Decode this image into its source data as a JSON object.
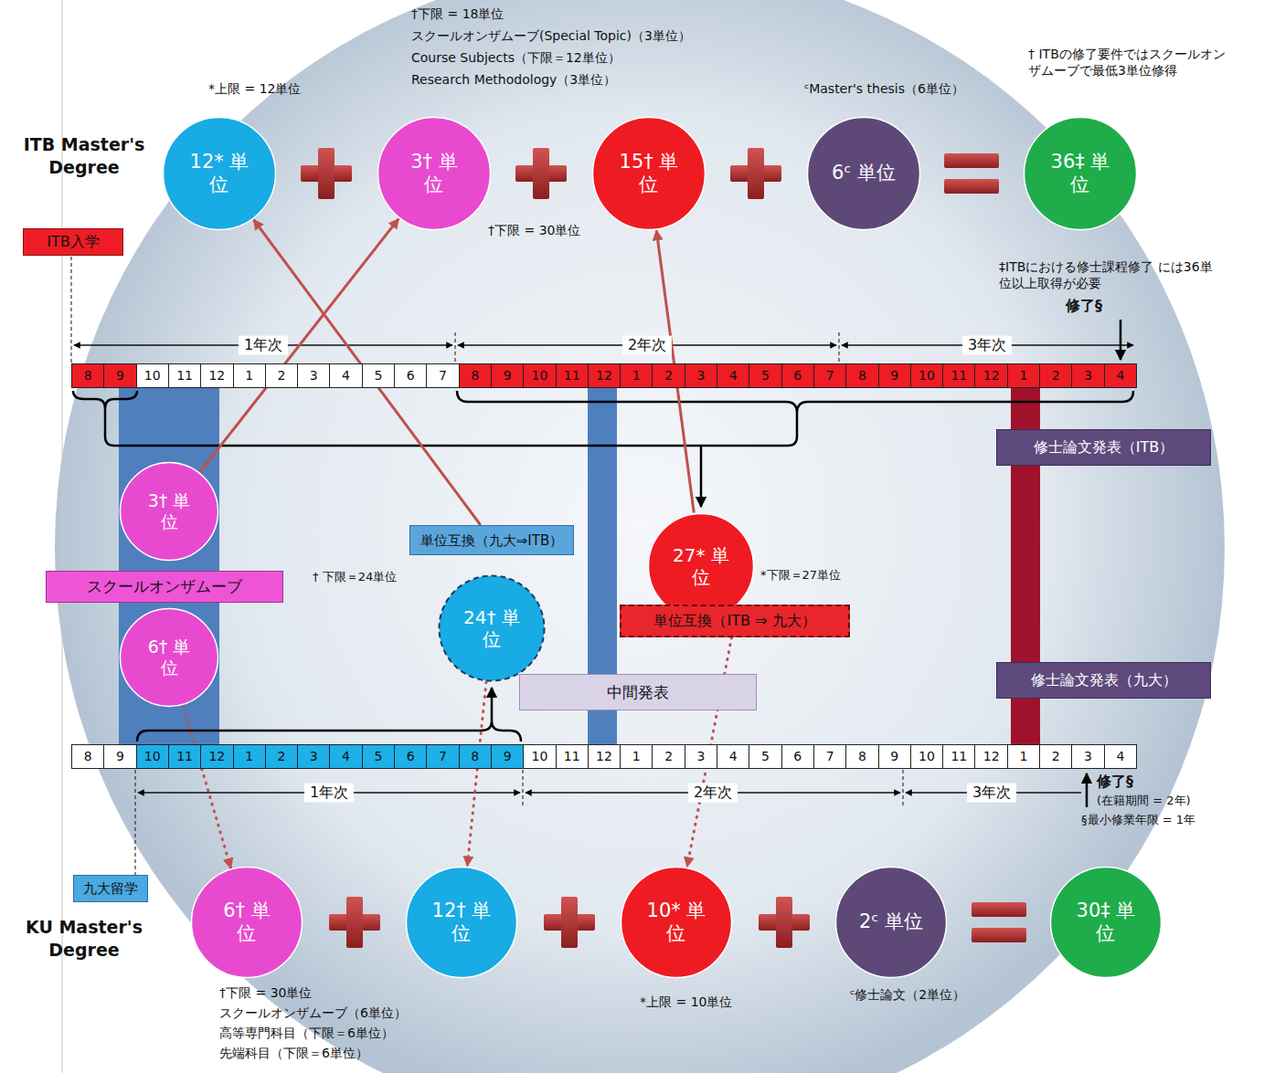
{
  "diagram": {
    "nodes": [
      {
        "text": [
          "12* 単位"
        ]
      },
      {
        "text": [
          "3† 単位"
        ]
      },
      {
        "text": [
          "15† 単位"
        ]
      },
      {
        "text": [
          "6ᶜ 単位"
        ]
      },
      {
        "text": [
          "36‡ 単位"
        ]
      },
      {
        "text": [
          "ITB入学"
        ]
      },
      {
        "text": [
          "修士論文発表（ITB）"
        ]
      },
      {
        "text": [
          "3† 単位"
        ]
      },
      {
        "text": [
          "単位互換（九大⇒ITB）"
        ]
      },
      {
        "text": [
          "27* 単位"
        ]
      },
      {
        "text": [
          "スクールオンザムーブ"
        ]
      },
      {
        "text": [
          "単位互換（ITB ⇒ 九大）"
        ]
      },
      {
        "text": [
          "24† 単位"
        ]
      },
      {
        "text": [
          "6† 単位"
        ]
      },
      {
        "text": [
          "中間発表"
        ]
      },
      {
        "text": [
          "修士論文発表（九大）"
        ]
      },
      {
        "text": [
          "九大留学"
        ]
      },
      {
        "text": [
          "6† 単位"
        ]
      },
      {
        "text": [
          "12† 単位"
        ]
      },
      {
        "text": [
          "10* 単位"
        ]
      },
      {
        "text": [
          "2ᶜ 単位"
        ]
      },
      {
        "text": [
          "30‡ 単位"
        ]
      }
    ],
    "edges": [
      {
        "from": 7,
        "to": 1,
        "arrow": "to"
      },
      {
        "from": 8,
        "to": 0,
        "arrow": "to"
      },
      {
        "from": 9,
        "to": 2,
        "arrow": "to"
      },
      {
        "from": 13,
        "to": 17,
        "arrow": "to"
      },
      {
        "from": 12,
        "to": 18,
        "arrow": "to"
      },
      {
        "from": 11,
        "to": 19,
        "arrow": "to"
      }
    ],
    "labels": [
      "ITB Master's Degree",
      "*上限 = 12単位",
      "†下限 = 18単位",
      "スクールオンザムーブ(Special Topic)（3単位）",
      "Course Subjects（下限＝12単位）",
      "Research Methodology（3単位）",
      "ᶜMaster's thesis（6単位）",
      "† ITBの修了要件ではスクールオンザムーブで最低3単位修得",
      "†下限 = 30単位",
      "‡ITBにおける修士課程修了 には36単位以上取得が必要",
      "修了§",
      "1年次",
      "2年次",
      "3年次",
      "8",
      "9",
      "10",
      "11",
      "12",
      "1",
      "2",
      "3",
      "4",
      "5",
      "6",
      "7",
      "8",
      "9",
      "10",
      "11",
      "12",
      "1",
      "2",
      "3",
      "4",
      "5",
      "6",
      "7",
      "8",
      "9",
      "10",
      "11",
      "12",
      "1",
      "2",
      "3",
      "4",
      "8",
      "9",
      "10",
      "11",
      "12",
      "1",
      "2",
      "3",
      "4",
      "5",
      "6",
      "7",
      "8",
      "9",
      "10",
      "11",
      "12",
      "1",
      "2",
      "3",
      "4",
      "5",
      "6",
      "7",
      "8",
      "9",
      "10",
      "11",
      "12",
      "1",
      "2",
      "3",
      "4",
      "1年次",
      "2年次",
      "3年次",
      "† 下限＝24単位",
      "*下限＝27単位",
      "修了§",
      "(在籍期間 = 2年)",
      "§最小修業年限 = 1年",
      "KU Master's Degree",
      "†下限 = 30単位",
      "スクールオンザムーブ（6単位）",
      "高等専門科目（下限＝6単位）",
      "先端科目（下限＝6単位）",
      "*上限 = 10単位",
      "ᶜ修士論文（2単位）"
    ]
  }
}
